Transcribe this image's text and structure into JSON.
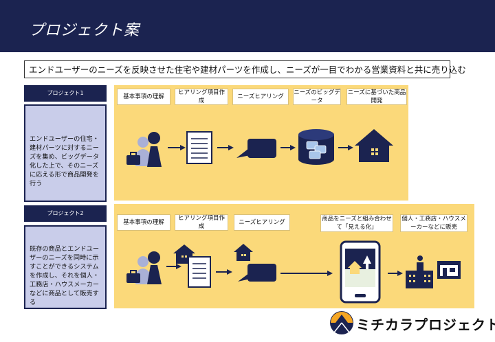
{
  "header": {
    "title": "プロジェクト案"
  },
  "summary": "エンドユーザーのニーズを反映させた住宅や建材パーツを作成し、ニーズが一目でわかる営業資料と共に売り込む",
  "project1": {
    "label": "プロジェクト1",
    "description": "エンドユーザーの住宅・建材パーツに対するニーズを集め、ビッグデータ化した上で、そのニーズに応える形で商品開発を行う",
    "steps": [
      "基本事項の理解",
      "ヒアリング項目作成",
      "ニーズヒアリング",
      "ニーズのビッグデータ",
      "ニーズに基づいた商品開発"
    ]
  },
  "project2": {
    "label": "プロジェクト2",
    "description": "既存の商品とエンドユーザーのニーズを同時に示すことができるシステムを作成し、それを個人・工務店・ハウスメーカーなどに商品として販売する",
    "steps": [
      "基本事項の理解",
      "ヒアリング項目作成",
      "ニーズヒアリング",
      "商品をニーズと組み合わせて「見える化」",
      "個人・工務店・ハウスメーカーなどに販売"
    ]
  },
  "logo": {
    "text": "ミチカラプロジェクト"
  },
  "colors": {
    "navy": "#1b2350",
    "panel": "#fbd97a",
    "desc_bg": "#c9cdea",
    "person_light": "#a9b0d6"
  }
}
